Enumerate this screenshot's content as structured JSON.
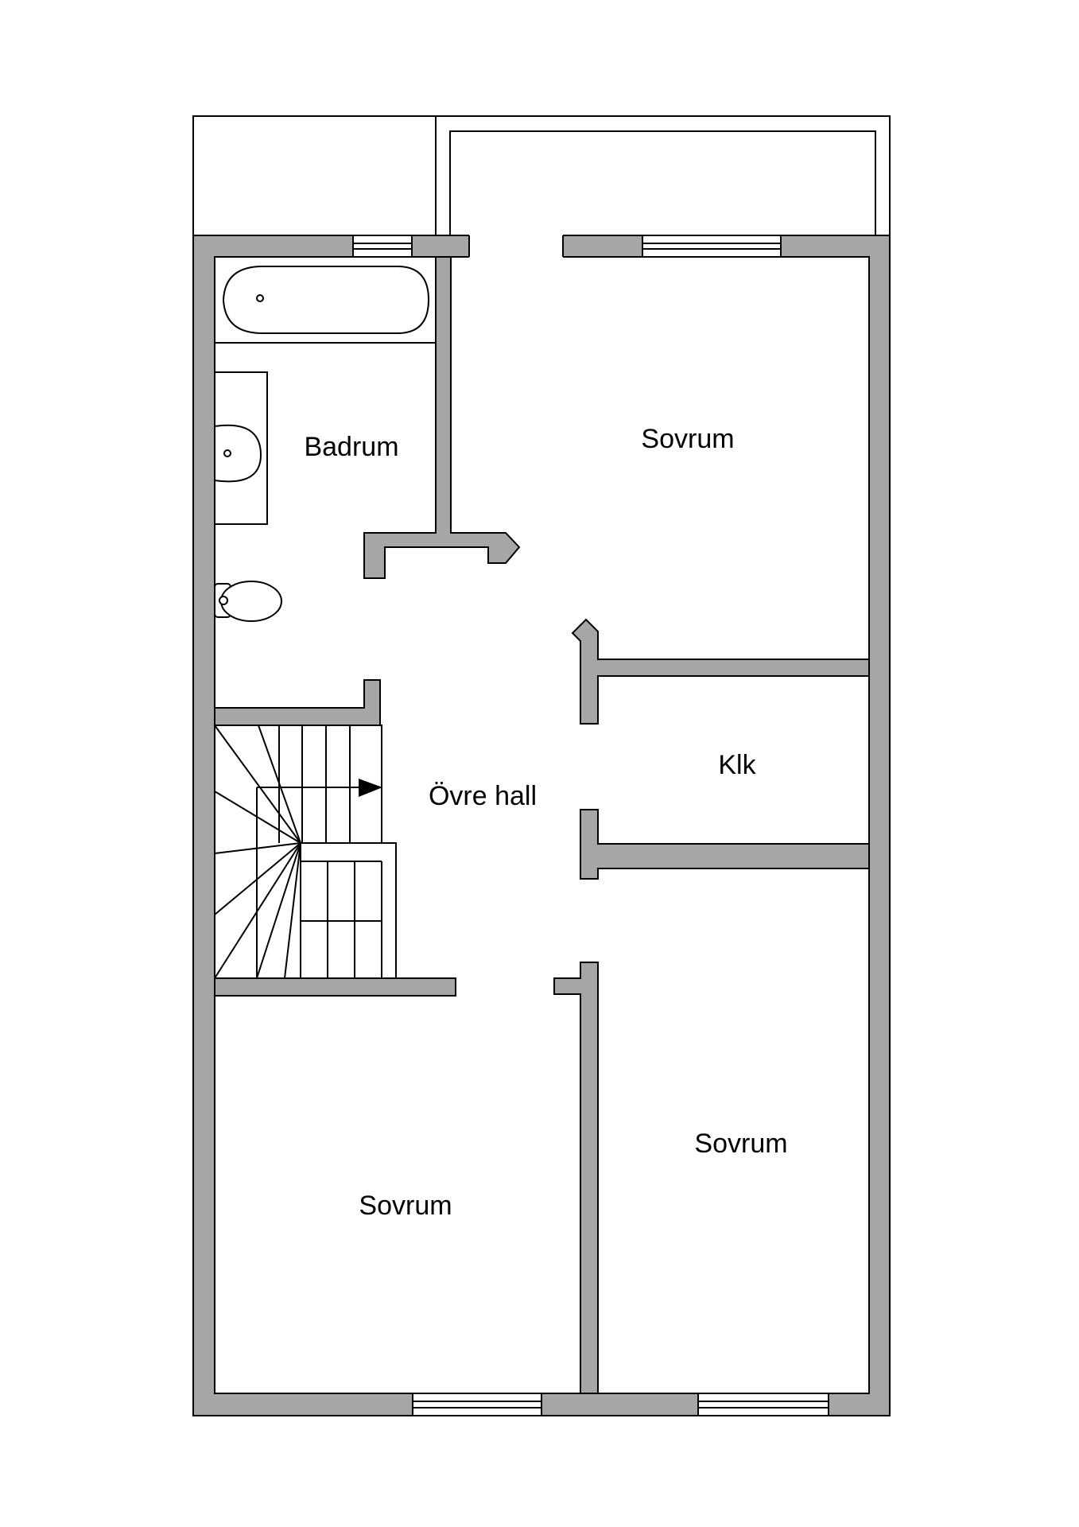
{
  "rooms": {
    "badrum": "Badrum",
    "sovrum_top": "Sovrum",
    "klk": "Klk",
    "ovre_hall": "Övre hall",
    "sovrum_bottom_left": "Sovrum",
    "sovrum_bottom_right": "Sovrum"
  },
  "colors": {
    "wall": "#a6a6a6",
    "line": "#000000",
    "background": "#ffffff"
  }
}
